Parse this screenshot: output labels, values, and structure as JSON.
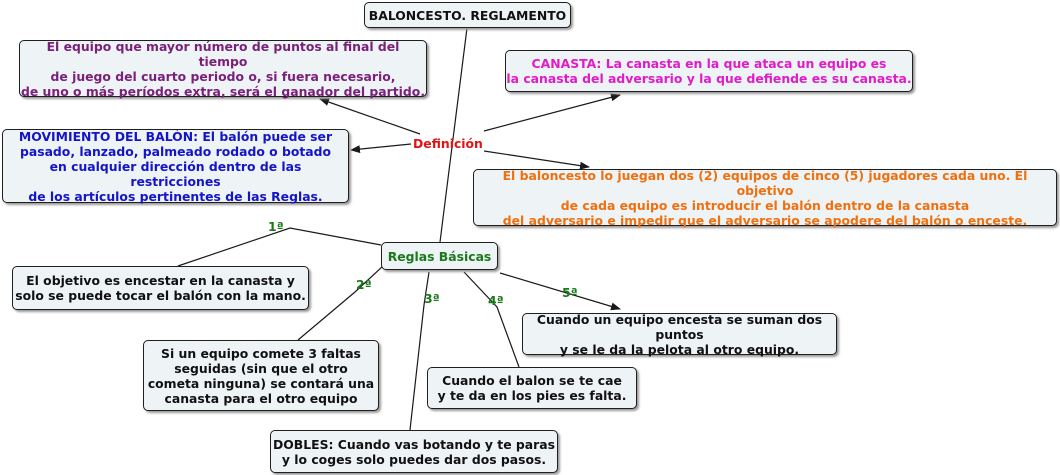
{
  "colors": {
    "line": "#1a1a1a",
    "box_fill": "#eef3f5",
    "black_text": "#111111",
    "purple_text": "#7a1f7a",
    "magenta_text": "#e01cc8",
    "blue_text": "#1414c8",
    "orange_text": "#f07010",
    "red_text": "#e01414",
    "green_text": "#1a7a1a"
  },
  "nodes": {
    "title": "BALONCESTO. REGLAMENTO",
    "definicion": "Definición",
    "reglas_basicas": "Reglas Básicas",
    "def_ganador": "El equipo que mayor número de puntos al final del tiempo\nde juego del cuarto periodo o, si fuera necesario,\nde uno o más períodos extra, será el ganador del partido.",
    "def_canasta": "CANASTA: La canasta en la que ataca un equipo es\nla canasta del adversario y la que defiende es su canasta.",
    "def_movimiento": "MOVIMIENTO DEL BALÓN: El balón puede ser\npasado, lanzado, palmeado rodado o botado\nen cualquier dirección dentro de las restricciones\nde los artículos pertinentes de las Reglas.",
    "def_objetivo": "El baloncesto lo juegan dos (2) equipos de cinco (5) jugadores cada uno. El objetivo\nde cada equipo es introducir el balón dentro de la canasta\ndel adversario e impedir que el adversario se apodere del balón o enceste.",
    "regla_1": "El objetivo es encestar en la canasta y\nsolo se puede tocar el balón con la mano.",
    "regla_2": "Si un equipo comete 3 faltas\nseguidas (sin que el otro\ncometa ninguna) se contará una\ncanasta para el otro equipo",
    "regla_3": "DOBLES: Cuando vas botando y te paras\ny lo coges solo puedes dar dos pasos.",
    "regla_4": "Cuando el balon se te cae\ny te da en los pies es falta.",
    "regla_5": "Cuando un equipo encesta se suman dos puntos\ny se le da la pelota al otro equipo."
  },
  "ordinals": {
    "o1": "1ª",
    "o2": "2ª",
    "o3": "3ª",
    "o4": "4ª",
    "o5": "5ª"
  }
}
